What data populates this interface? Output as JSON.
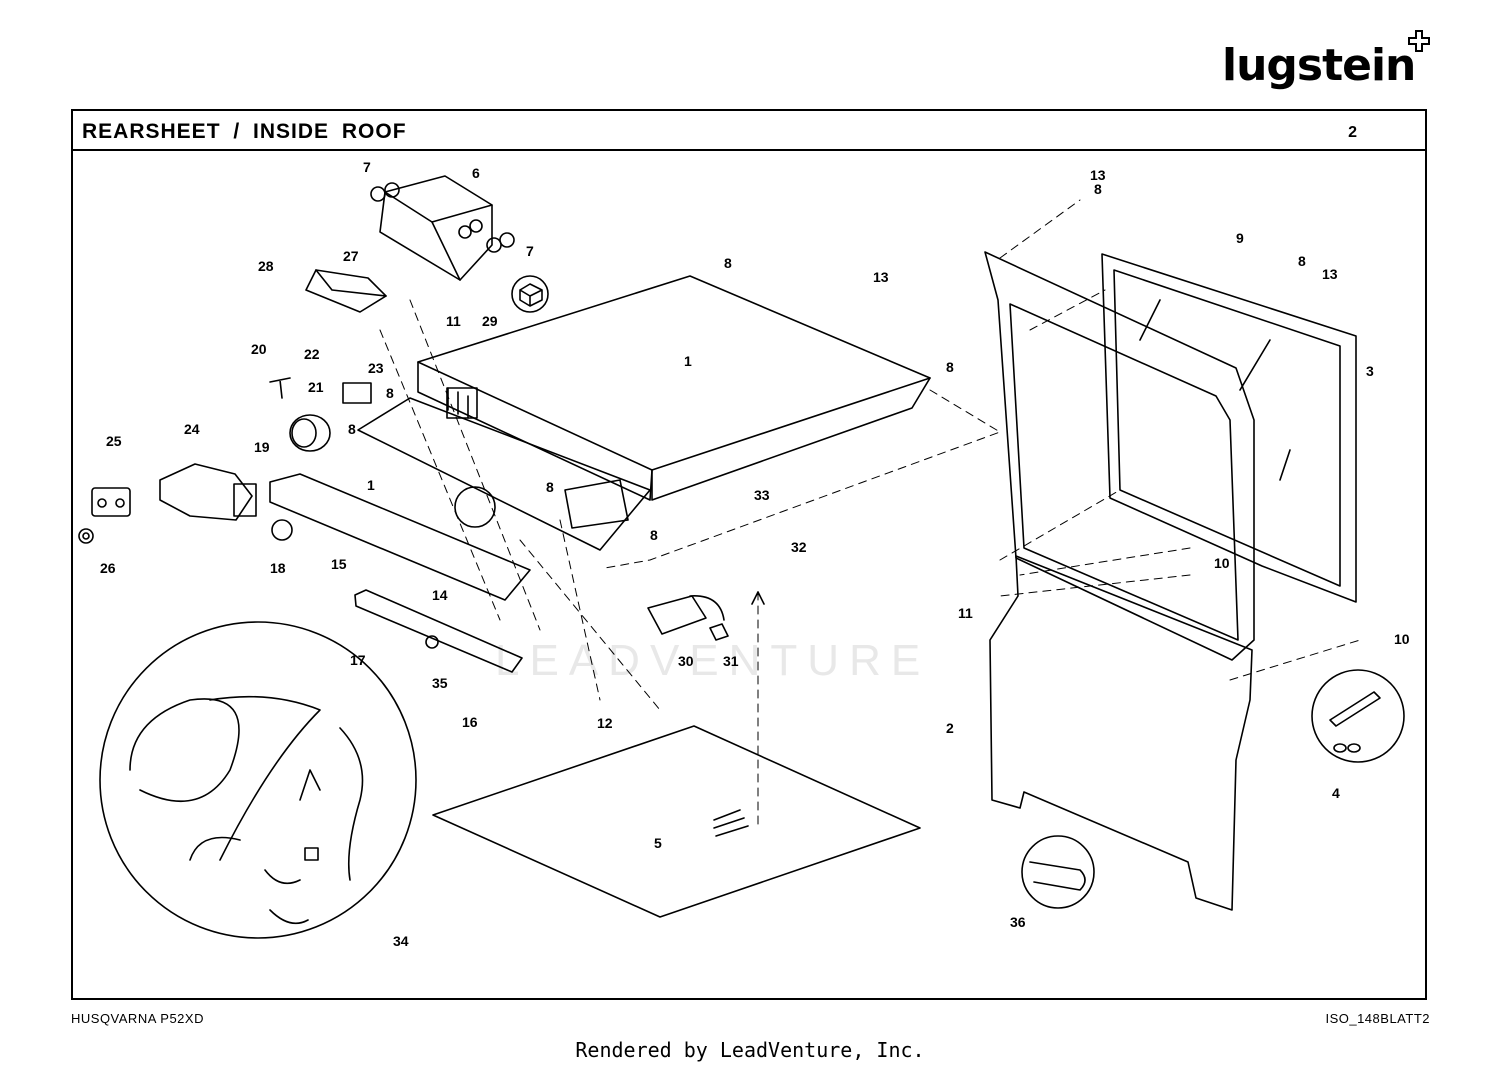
{
  "brand": {
    "name": "lugstein"
  },
  "sheet": {
    "title": "REARSHEET / INSIDE ROOF",
    "number": "2"
  },
  "footer": {
    "model": "HUSQVARNA P52XD",
    "drawing_id": "ISO_148BLATT2"
  },
  "credit": "Rendered by LeadVenture, Inc.",
  "watermark": "LEADVENTURE",
  "callouts": [
    {
      "label": "1"
    },
    {
      "label": "1"
    },
    {
      "label": "2"
    },
    {
      "label": "3"
    },
    {
      "label": "4"
    },
    {
      "label": "5"
    },
    {
      "label": "6"
    },
    {
      "label": "7"
    },
    {
      "label": "7"
    },
    {
      "label": "8"
    },
    {
      "label": "8"
    },
    {
      "label": "8"
    },
    {
      "label": "8"
    },
    {
      "label": "8"
    },
    {
      "label": "8"
    },
    {
      "label": "8"
    },
    {
      "label": "8"
    },
    {
      "label": "9"
    },
    {
      "label": "10"
    },
    {
      "label": "10"
    },
    {
      "label": "11"
    },
    {
      "label": "11"
    },
    {
      "label": "12"
    },
    {
      "label": "13"
    },
    {
      "label": "13"
    },
    {
      "label": "13"
    },
    {
      "label": "14"
    },
    {
      "label": "15"
    },
    {
      "label": "16"
    },
    {
      "label": "17"
    },
    {
      "label": "18"
    },
    {
      "label": "19"
    },
    {
      "label": "20"
    },
    {
      "label": "21"
    },
    {
      "label": "22"
    },
    {
      "label": "23"
    },
    {
      "label": "24"
    },
    {
      "label": "25"
    },
    {
      "label": "26"
    },
    {
      "label": "27"
    },
    {
      "label": "28"
    },
    {
      "label": "29"
    },
    {
      "label": "30"
    },
    {
      "label": "31"
    },
    {
      "label": "32"
    },
    {
      "label": "33"
    },
    {
      "label": "34"
    },
    {
      "label": "35"
    },
    {
      "label": "36"
    }
  ]
}
